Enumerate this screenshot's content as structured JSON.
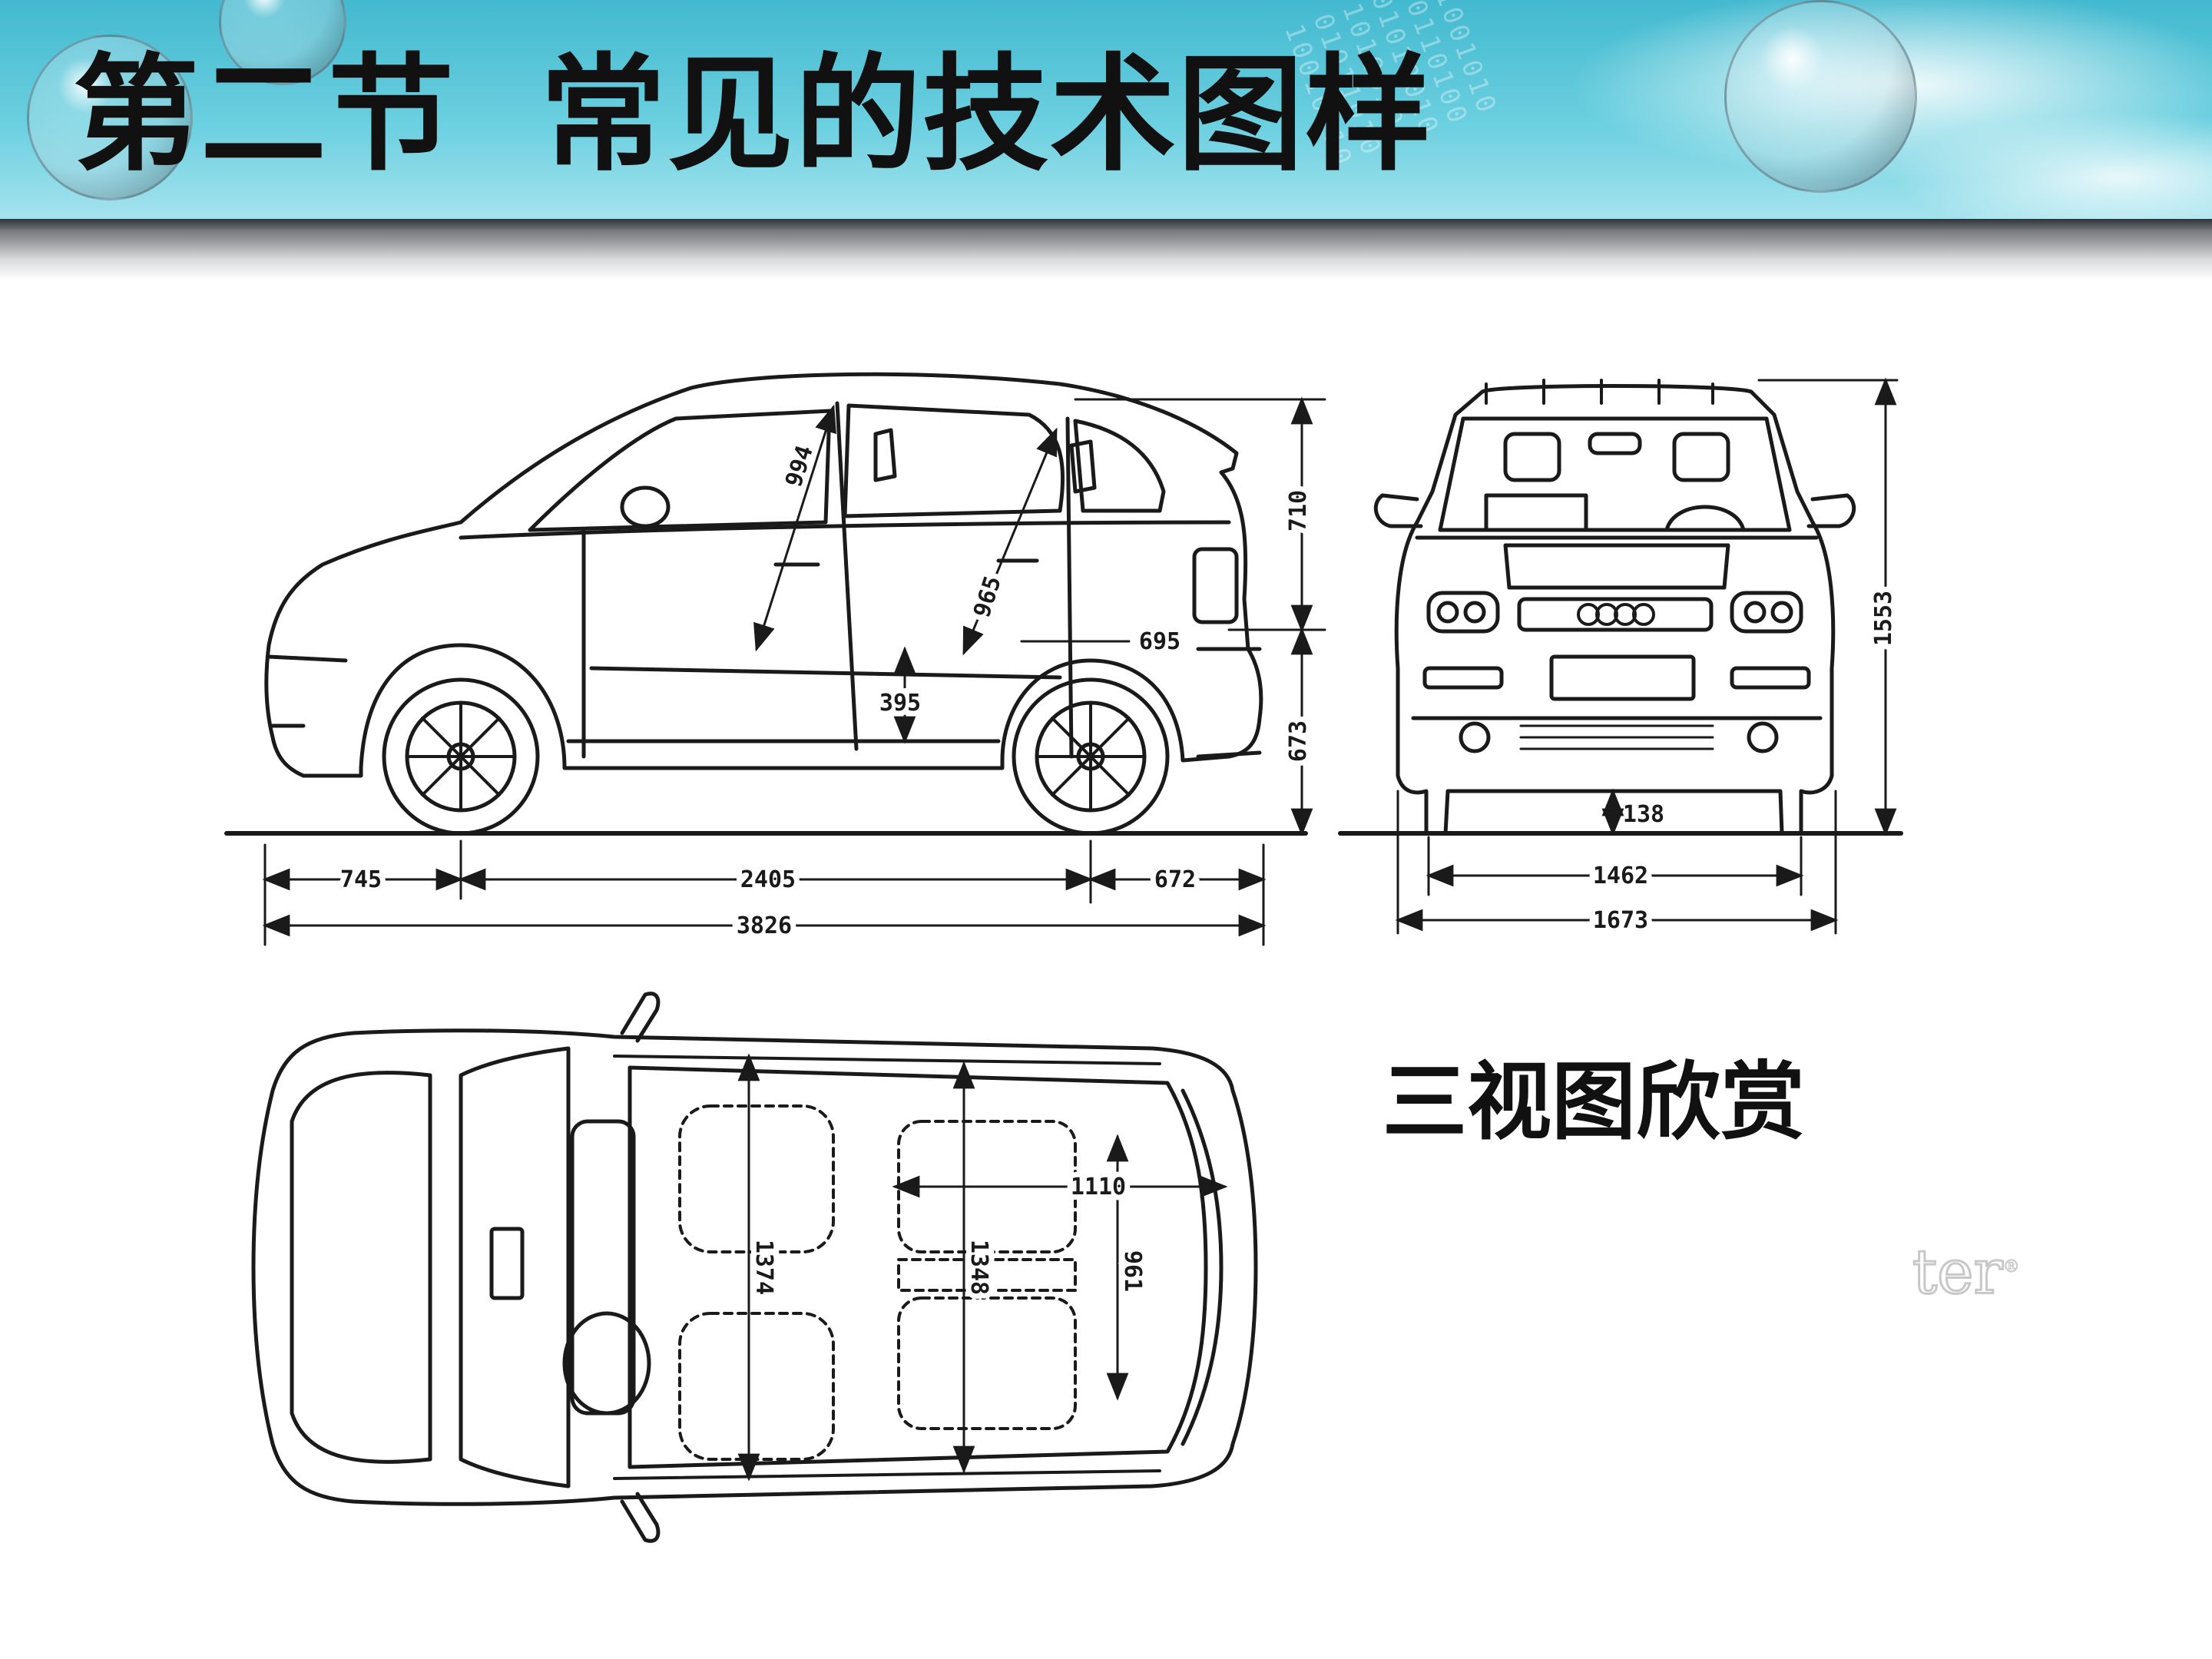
{
  "header": {
    "section": "第二节",
    "title": "常见的技术图样"
  },
  "main": {
    "subtitle": "三视图欣赏",
    "watermark": "ter",
    "watermark_mark": "®"
  },
  "side_view": {
    "dim_front_overhang": "745",
    "dim_wheelbase": "2405",
    "dim_rear_overhang": "672",
    "dim_length": "3826",
    "dim_upper_height": "710",
    "dim_lower_height": "673",
    "dim_front_headroom": "994",
    "dim_rear_headroom": "965",
    "dim_load_height": "695",
    "dim_sill_height": "395"
  },
  "front_view": {
    "dim_height": "1553",
    "dim_ground_clearance": "138",
    "dim_track": "1462",
    "dim_width": "1673"
  },
  "top_view": {
    "dim_front_interior_width": "1374",
    "dim_rear_interior_width": "1348",
    "dim_cargo_length": "1110",
    "dim_cargo_width": "961"
  },
  "colors": {
    "header_top": "#43b9cf",
    "header_bottom": "#c8eef4",
    "line": "#1a1a1a"
  }
}
